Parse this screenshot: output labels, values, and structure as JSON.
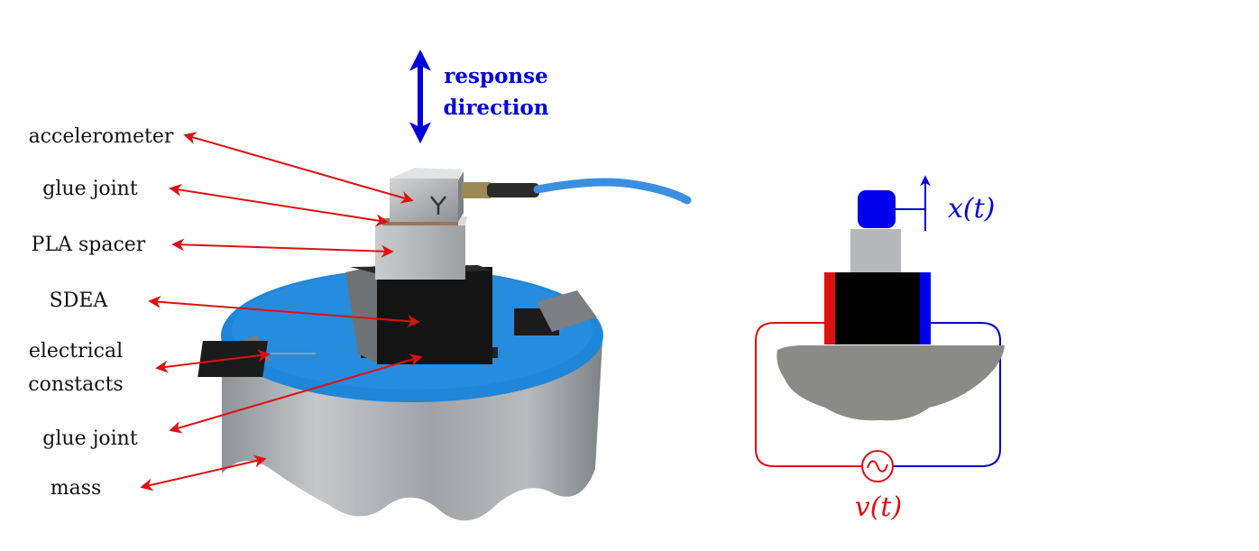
{
  "photo_labels": {
    "accelerometer": "accelerometer",
    "glue_joint_top": "glue joint",
    "pla_spacer": "PLA spacer",
    "sdea": "SDEA",
    "electrical_line1": "electrical",
    "electrical_line2": "constacts",
    "glue_joint_bottom": "glue joint",
    "mass": "mass"
  },
  "direction_label": {
    "line1": "response",
    "line2": "direction"
  },
  "schematic": {
    "displacement": "x(t)",
    "voltage": "v(t)"
  },
  "colors": {
    "arrow_red": "#dd1111",
    "blue": "#0000dd",
    "circuit_red": "#dd1111",
    "circuit_blue": "#0000cc",
    "disc_blue": "#1f86d8",
    "aluminum": "#a9acb0",
    "spacer_gray": "#b6b8bb",
    "ground_gray": "#8a8a86",
    "sdea_black": "#000000",
    "cable_blue": "#3b8fe0"
  }
}
